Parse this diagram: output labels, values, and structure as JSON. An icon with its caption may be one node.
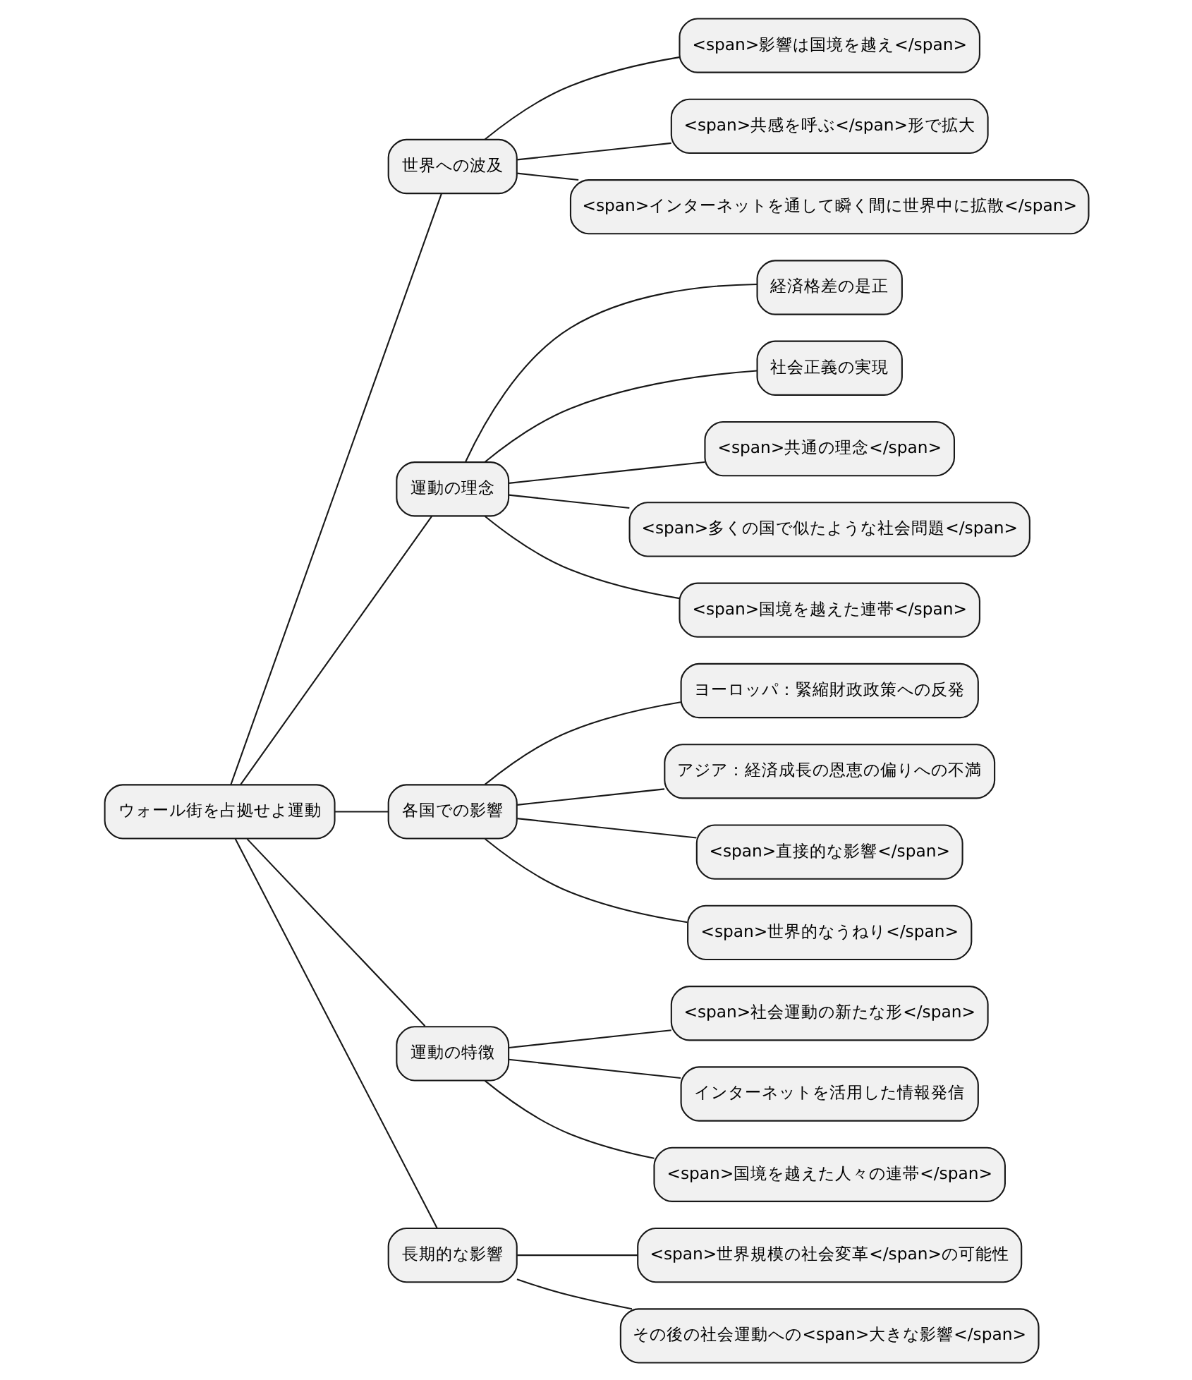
{
  "diagram": {
    "nodes": [
      {
        "text": [
          "ウォール街を占拠せよ運動"
        ]
      },
      {
        "text": [
          "世界への波及"
        ]
      },
      {
        "text": [
          "<span>影響は国境を越え</span>"
        ]
      },
      {
        "text": [
          "<span>共感を呼ぶ</span>形で拡大"
        ]
      },
      {
        "text": [
          "<span>インターネットを通して瞬く間に世界中に拡散</span>"
        ]
      },
      {
        "text": [
          "運動の理念"
        ]
      },
      {
        "text": [
          "経済格差の是正"
        ]
      },
      {
        "text": [
          "社会正義の実現"
        ]
      },
      {
        "text": [
          "<span>共通の理念</span>"
        ]
      },
      {
        "text": [
          "<span>多くの国で似たような社会問題</span>"
        ]
      },
      {
        "text": [
          "<span>国境を越えた連帯</span>"
        ]
      },
      {
        "text": [
          "各国での影響"
        ]
      },
      {
        "text": [
          "ヨーロッパ：緊縮財政政策への反発"
        ]
      },
      {
        "text": [
          "アジア：経済成長の恩恵の偏りへの不満"
        ]
      },
      {
        "text": [
          "<span>直接的な影響</span>"
        ]
      },
      {
        "text": [
          "<span>世界的なうねり</span>"
        ]
      },
      {
        "text": [
          "運動の特徴"
        ]
      },
      {
        "text": [
          "<span>社会運動の新たな形</span>"
        ]
      },
      {
        "text": [
          "インターネットを活用した情報発信"
        ]
      },
      {
        "text": [
          "<span>国境を越えた人々の連帯</span>"
        ]
      },
      {
        "text": [
          "長期的な影響"
        ]
      },
      {
        "text": [
          "<span>世界規模の社会変革</span>の可能性"
        ]
      },
      {
        "text": [
          "その後の社会運動への<span>大きな影響</span>"
        ]
      }
    ],
    "edges": [
      {
        "from": 0,
        "to": 1,
        "arrow": "none"
      },
      {
        "from": 1,
        "to": 2,
        "arrow": "none"
      },
      {
        "from": 1,
        "to": 3,
        "arrow": "none"
      },
      {
        "from": 1,
        "to": 4,
        "arrow": "none"
      },
      {
        "from": 0,
        "to": 5,
        "arrow": "none"
      },
      {
        "from": 5,
        "to": 6,
        "arrow": "none"
      },
      {
        "from": 5,
        "to": 7,
        "arrow": "none"
      },
      {
        "from": 5,
        "to": 8,
        "arrow": "none"
      },
      {
        "from": 5,
        "to": 9,
        "arrow": "none"
      },
      {
        "from": 5,
        "to": 10,
        "arrow": "none"
      },
      {
        "from": 0,
        "to": 11,
        "arrow": "none"
      },
      {
        "from": 11,
        "to": 12,
        "arrow": "none"
      },
      {
        "from": 11,
        "to": 13,
        "arrow": "none"
      },
      {
        "from": 11,
        "to": 14,
        "arrow": "none"
      },
      {
        "from": 11,
        "to": 15,
        "arrow": "none"
      },
      {
        "from": 0,
        "to": 16,
        "arrow": "none"
      },
      {
        "from": 16,
        "to": 17,
        "arrow": "none"
      },
      {
        "from": 16,
        "to": 18,
        "arrow": "none"
      },
      {
        "from": 16,
        "to": 19,
        "arrow": "none"
      },
      {
        "from": 0,
        "to": 20,
        "arrow": "none"
      },
      {
        "from": 20,
        "to": 21,
        "arrow": "none"
      },
      {
        "from": 20,
        "to": 22,
        "arrow": "none"
      }
    ]
  }
}
